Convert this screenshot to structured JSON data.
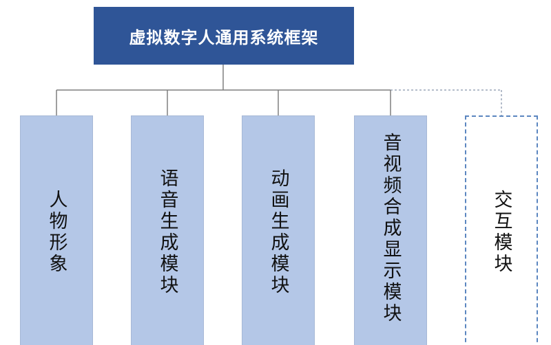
{
  "diagram": {
    "root": {
      "label": "虚拟数字人通用系统框架"
    },
    "modules": [
      {
        "label": "人物形象",
        "style": "solid"
      },
      {
        "label": "语音生成模块",
        "style": "solid"
      },
      {
        "label": "动画生成模块",
        "style": "solid"
      },
      {
        "label": "音视频合成显示模块",
        "style": "solid"
      },
      {
        "label": "交互模块",
        "style": "dashed"
      }
    ],
    "colors": {
      "root_fill": "#2f5597",
      "module_fill": "#b4c7e7",
      "dashed_border": "#5b86c0",
      "connector": "#7f7f7f"
    }
  }
}
